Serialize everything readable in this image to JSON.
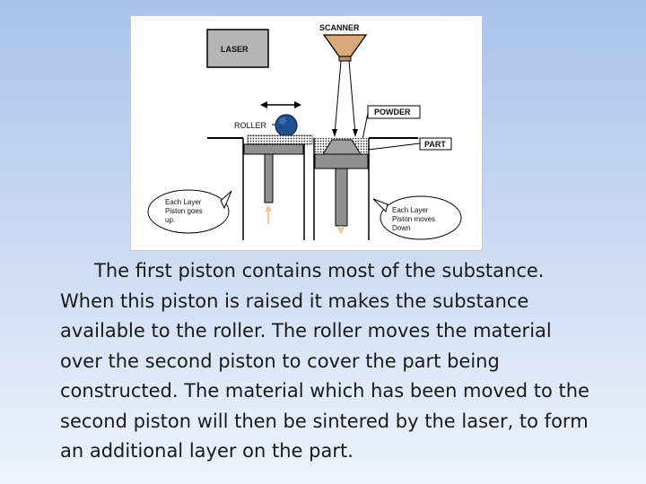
{
  "diagram": {
    "labels": {
      "scanner": "SCANNER",
      "laser": "LASER",
      "powder": "POWDER",
      "roller": "ROLLER",
      "part": "PART"
    },
    "callout_left": [
      "Each Layer",
      "Piston goes",
      "up."
    ],
    "callout_right": [
      "Each Layer",
      "Piston moves",
      "Down"
    ],
    "colors": {
      "laser_box": "#b5b5b5",
      "scanner": "#d8a878",
      "roller": "#1f4f8f",
      "piston": "#909090",
      "arrow": "#f0c89a"
    }
  },
  "caption": {
    "text": "The first piston contains most of the substance. When this piston is raised it makes the substance available to the roller. The roller moves the material over the second piston to cover the part being constructed. The material which has been moved to the second piston will then be sintered by the laser, to form an additional layer on the part."
  }
}
